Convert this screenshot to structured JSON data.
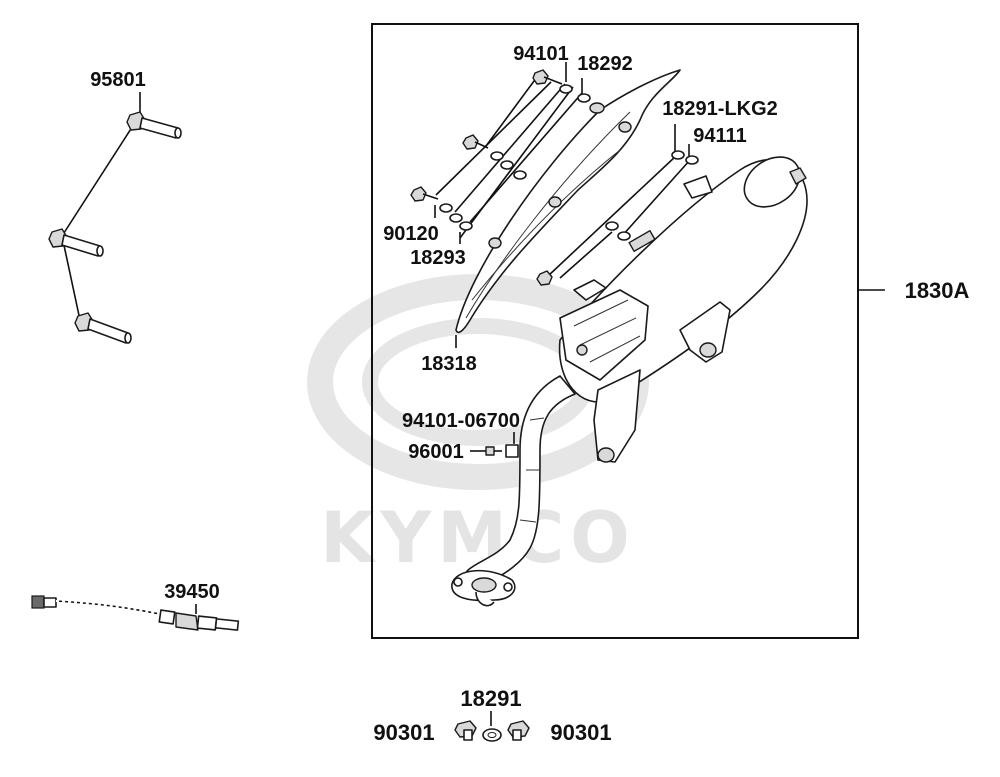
{
  "watermark": {
    "brand": "KYMCO"
  },
  "labels": {
    "bolt_set": "95801",
    "o2_sensor": "39450",
    "assembly": "1830A",
    "bolt_top": "94101",
    "washer_top": "18292",
    "gasket_lkg2": "18291-LKG2",
    "washer_right": "94111",
    "bolt_left": "90120",
    "washer_left": "18293",
    "heat_shield": "18318",
    "bolt_small": "94101-06700",
    "plug_96001": "96001",
    "gasket_bottom": "18291",
    "nut_left": "90301",
    "nut_right": "90301"
  },
  "colors": {
    "ink": "#111111",
    "watermark": "#e4e4e4",
    "shade": "#d9d9d9"
  }
}
